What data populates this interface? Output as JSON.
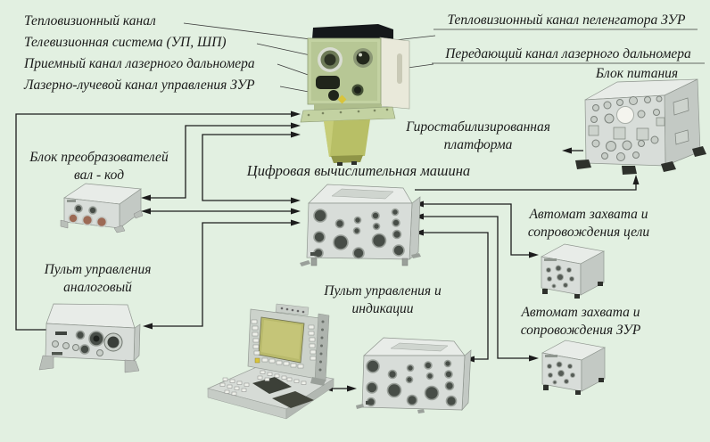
{
  "diagram": {
    "title_hint": "Structural diagram of optoelectronic control system components",
    "colors": {
      "background": "#e2f0e1",
      "wire": "#1c1c1c",
      "device_grey": "#d8dde0",
      "optical_head_green": "#c3d2a2",
      "pedestal_yellow_green": "#b8bf66",
      "screen_olive": "#b6b86e"
    },
    "labels": {
      "thermal_channel": "Тепловизионный канал",
      "tv_system": "Телевизионная система (УП, ШП)",
      "laser_rx_channel": "Приемный канал лазерного дальномера",
      "laser_beam_control": "Лазерно-лучевой канал управления ЗУР",
      "sam_df_thermal": "Тепловизионный канал пеленгатора ЗУР",
      "laser_tx_channel": "Передающий канал лазерного дальномера",
      "power_supply": "Блок питания",
      "gyro_platform": "Гиростабилизированная платформа",
      "shaft_code_converter": "Блок преобразователей вал - код",
      "digital_computer": "Цифровая вычислительная машина",
      "target_tracker": "Автомат захвата и сопровождения цели",
      "analog_control_panel": "Пульт управления аналоговый",
      "control_indication_panel": "Пульт управления и индикации",
      "sam_tracker": "Автомат захвата и сопровождения ЗУР"
    }
  }
}
